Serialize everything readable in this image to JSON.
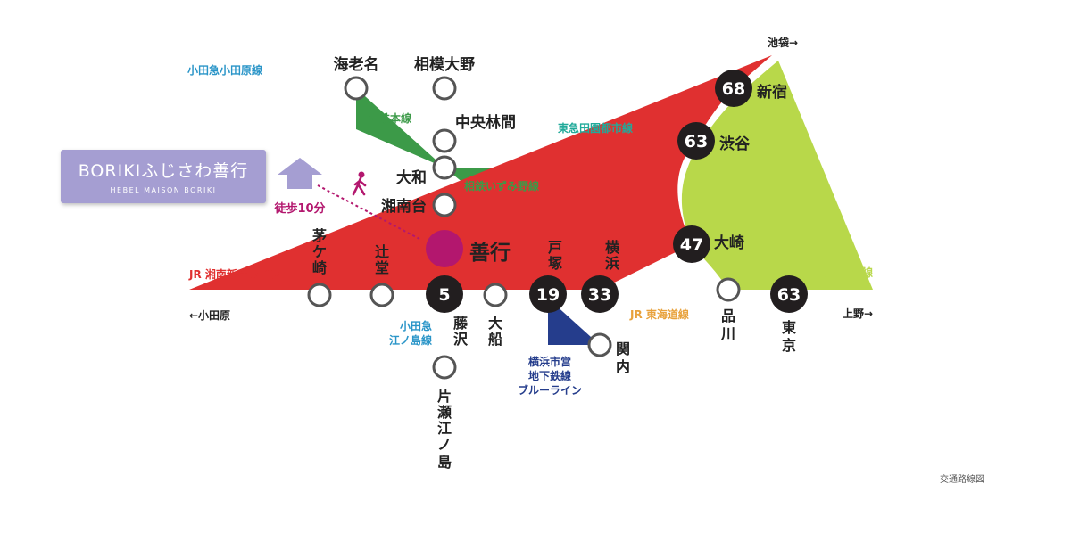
{
  "colors": {
    "odakyu_odawara": "#2a95c8",
    "sotetsu": "#3c9a48",
    "denentoshi": "#21aa9a",
    "shonan_shinjuku": "#e03030",
    "tokaido": "#e8a23c",
    "yamanote": "#b8d84a",
    "blue_line": "#253d8c",
    "enoshima": "#2a95c8",
    "badge": "#221e1f",
    "pink": "#b3176e",
    "box": "#a59ed2"
  },
  "lines": {
    "odakyu_odawara": "小田急小田原線",
    "sotetsu_main": "相鉄本線",
    "denentoshi": "東急田園都市線",
    "sotetsu_izumino": "相鉄いずみ野線",
    "shonan_shinjuku": "JR 湘南新宿ライン",
    "tokaido": "JR 東海道線",
    "yamanote": "JR 山手線",
    "enoshima": [
      "小田急",
      "江ノ島線"
    ],
    "blue_line": [
      "横浜市営",
      "地下鉄線",
      "ブルーライン"
    ]
  },
  "directions": {
    "odawara": "←小田原",
    "ueno": "上野→",
    "ikebukuro": "池袋→"
  },
  "stations": {
    "ebina": "海老名",
    "sagamiono": "相模大野",
    "chuorinkan": "中央林間",
    "yamato": "大和",
    "shonandai": "湘南台",
    "zengyo": "善行",
    "chigasaki": [
      "茅",
      "ケ",
      "崎"
    ],
    "tsujido": [
      "辻",
      "堂"
    ],
    "fujisawa": [
      "藤",
      "沢"
    ],
    "ofuna": [
      "大",
      "船"
    ],
    "totsuka": [
      "戸",
      "塚"
    ],
    "yokohama": [
      "横",
      "浜"
    ],
    "kannai": [
      "関",
      "内"
    ],
    "katase": [
      "片",
      "瀬",
      "江",
      "ノ",
      "島"
    ],
    "shinjuku": "新宿",
    "shibuya": "渋谷",
    "osaki": "大崎",
    "shinagawa": [
      "品",
      "川"
    ],
    "tokyo": [
      "東",
      "京"
    ]
  },
  "times": {
    "fujisawa": "5",
    "totsuka": "19",
    "yokohama": "33",
    "osaki": "47",
    "tokyo": "63",
    "shibuya": "63",
    "shinjuku": "68"
  },
  "property": {
    "name": "BORIKIふじさわ善行",
    "sub": "HEBEL MAISON BORIKI",
    "walk": "徒歩10分"
  },
  "caption": "交通路線図"
}
